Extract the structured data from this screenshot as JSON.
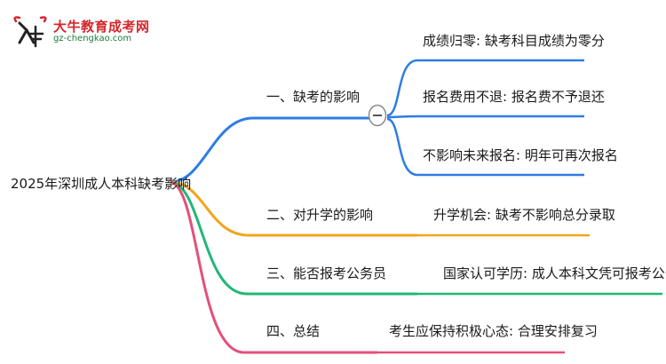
{
  "logo": {
    "title": "大牛教育成考网",
    "url": "gz-chengkao.com"
  },
  "mindmap": {
    "root": "2025年深圳成人本科缺考影响",
    "branches": [
      {
        "label": "一、缺考的影响",
        "color": "#2f7de1",
        "collapse_symbol": "−",
        "leaves": [
          "成绩归零: 缺考科目成绩为零分",
          "报名费用不退: 报名费不予退还",
          "不影响未来报名: 明年可再次报名"
        ]
      },
      {
        "label": "二、对升学的影响",
        "color": "#f2a51c",
        "leaves": [
          "升学机会: 缺考不影响总分录取"
        ]
      },
      {
        "label": "三、能否报考公务员",
        "color": "#21b777",
        "leaves": [
          "国家认可学历: 成人本科文凭可报考公务员"
        ]
      },
      {
        "label": "四、总结",
        "color": "#e3507a",
        "leaves": [
          "考生应保持积极心态: 合理安排复习"
        ]
      }
    ]
  }
}
